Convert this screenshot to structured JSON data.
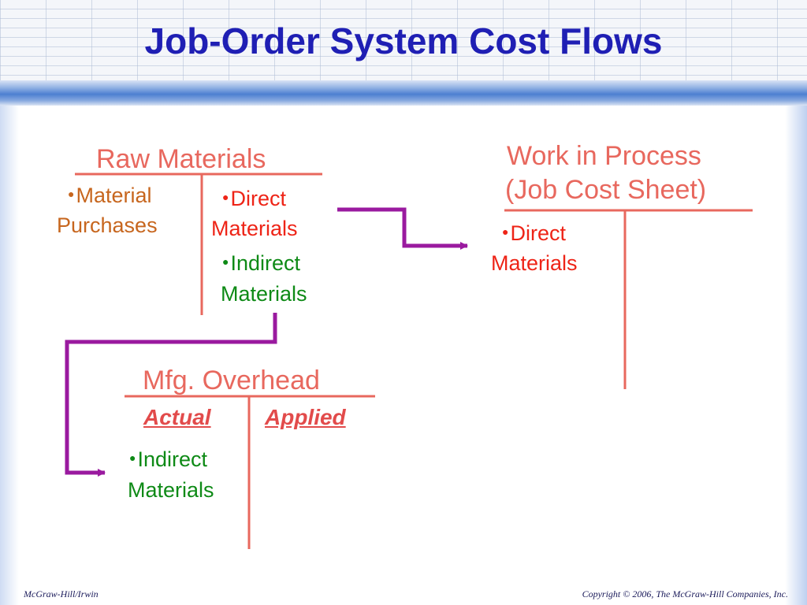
{
  "slide": {
    "title": "Job-Order System Cost Flows",
    "footer_left": "McGraw-Hill/Irwin",
    "footer_right": "Copyright © 2006, The McGraw-Hill Companies, Inc."
  },
  "raw_materials": {
    "title": "Raw Materials",
    "debit_item": {
      "bullet": "●",
      "line1": "Material",
      "line2": "Purchases"
    },
    "credit_items": [
      {
        "bullet": "●",
        "line1": "Direct",
        "line2": "Materials"
      },
      {
        "bullet": "●",
        "line1": "Indirect",
        "line2": "Materials"
      }
    ]
  },
  "work_in_process": {
    "title_line1": "Work in Process",
    "title_line2": "(Job Cost Sheet)",
    "debit_item": {
      "bullet": "●",
      "line1": "Direct",
      "line2": "Materials"
    }
  },
  "mfg_overhead": {
    "title": "Mfg. Overhead",
    "left_label": "Actual",
    "right_label": "Applied",
    "debit_item": {
      "bullet": "●",
      "line1": "Indirect",
      "line2": "Materials"
    }
  },
  "colors": {
    "title_blue": "#1f1fb4",
    "account_salmon": "#e8685e",
    "arrow_purple": "#9a1a9f",
    "purchases_orange": "#c7661e",
    "direct_red": "#ee2417",
    "indirect_green": "#0e8a16"
  }
}
